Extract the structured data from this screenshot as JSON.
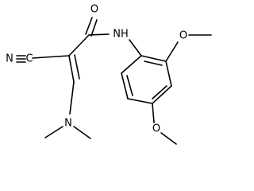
{
  "structure": {
    "atoms": {
      "carbonyl_oxygen": "O",
      "amide_nitrogen": "NH",
      "nitrile": "N",
      "nitrile_carbon": "C",
      "amine_nitrogen": "N",
      "methoxy_oxygen_upper": "O",
      "methoxy_oxygen_lower": "O"
    }
  }
}
